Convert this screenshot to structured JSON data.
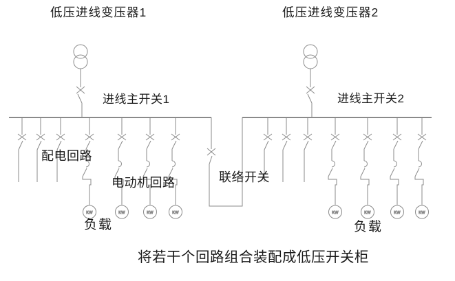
{
  "diagram": {
    "background_color": "#ffffff",
    "line_color": "#8a8a8a",
    "text_color": "#1a1a1a",
    "caption": "将若干个回路组合装配成低压开关柜",
    "incomers": [
      {
        "transformer_label": "低压进线变压器1",
        "main_switch_label": "进线主开关1"
      },
      {
        "transformer_label": "低压进线变压器2",
        "main_switch_label": "进线主开关2"
      }
    ],
    "tie_switch_label": "联络开关",
    "distribution_circuit_label": "配电回路",
    "motor_circuit_label": "电动机回路",
    "load_labels": [
      "负载",
      "负载"
    ],
    "kw_meter_label": "KW",
    "left_panel": {
      "distribution_feeders": 3,
      "motor_feeders": 4
    },
    "right_panel": {
      "distribution_feeders": 3,
      "motor_feeders": 4
    }
  }
}
